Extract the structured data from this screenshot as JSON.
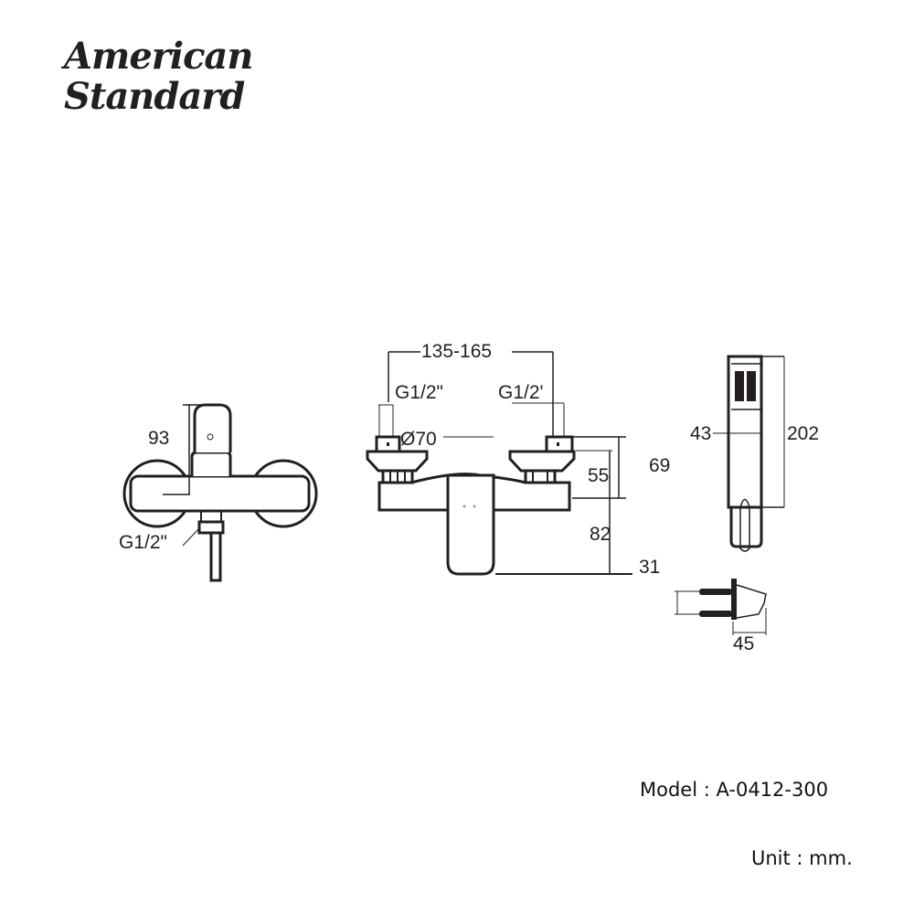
{
  "logo": {
    "line1": "American",
    "line2": "Standard"
  },
  "side_view": {
    "height_label": "93",
    "inlet_label": "G1/2\""
  },
  "front_view": {
    "spacing_label": "135-165",
    "left_inlet_label": "G1/2\"",
    "right_inlet_label": "G1/2'",
    "flange_label": "Ø70",
    "dim_69": "69",
    "dim_55": "55",
    "dim_82": "82",
    "dim_31": "31"
  },
  "hand_shower": {
    "width_label": "43",
    "length_label": "202"
  },
  "holder": {
    "depth_label": "45"
  },
  "footer": {
    "model": "Model : A-0412-300",
    "unit": "Unit : mm."
  }
}
